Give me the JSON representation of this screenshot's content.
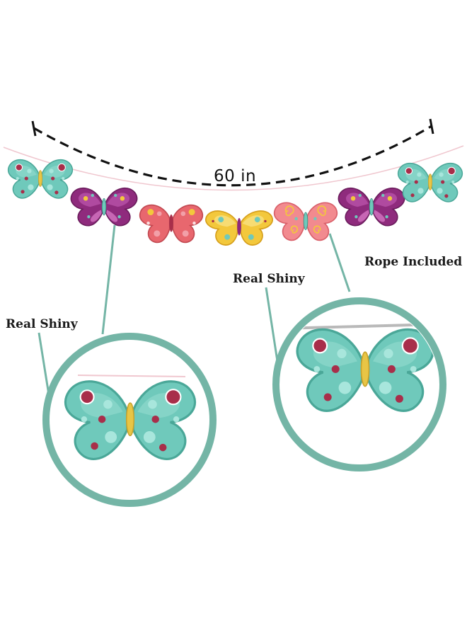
{
  "measurement": {
    "length_label": "60 in"
  },
  "callouts": {
    "left_label": "Real Shiny",
    "right_label": "Real Shiny",
    "rope_label": "Rope Included"
  },
  "colors": {
    "teal": "#6fc9bb",
    "teal_dark": "#4aa798",
    "ring": "#74b5a6",
    "purple": "#8f2b7d",
    "coral": "#e8676e",
    "yellow": "#f3c83c",
    "crimson": "#a82e4a",
    "body": "#e8c545",
    "string": "#f0c7cf"
  },
  "garland_items": [
    {
      "icon": "teal-butterfly-icon"
    },
    {
      "icon": "purple-butterfly-icon"
    },
    {
      "icon": "coral-butterfly-icon"
    },
    {
      "icon": "yellow-butterfly-icon"
    },
    {
      "icon": "pink-swirl-butterfly-icon"
    },
    {
      "icon": "purple-butterfly-icon"
    },
    {
      "icon": "teal-butterfly-icon"
    }
  ]
}
